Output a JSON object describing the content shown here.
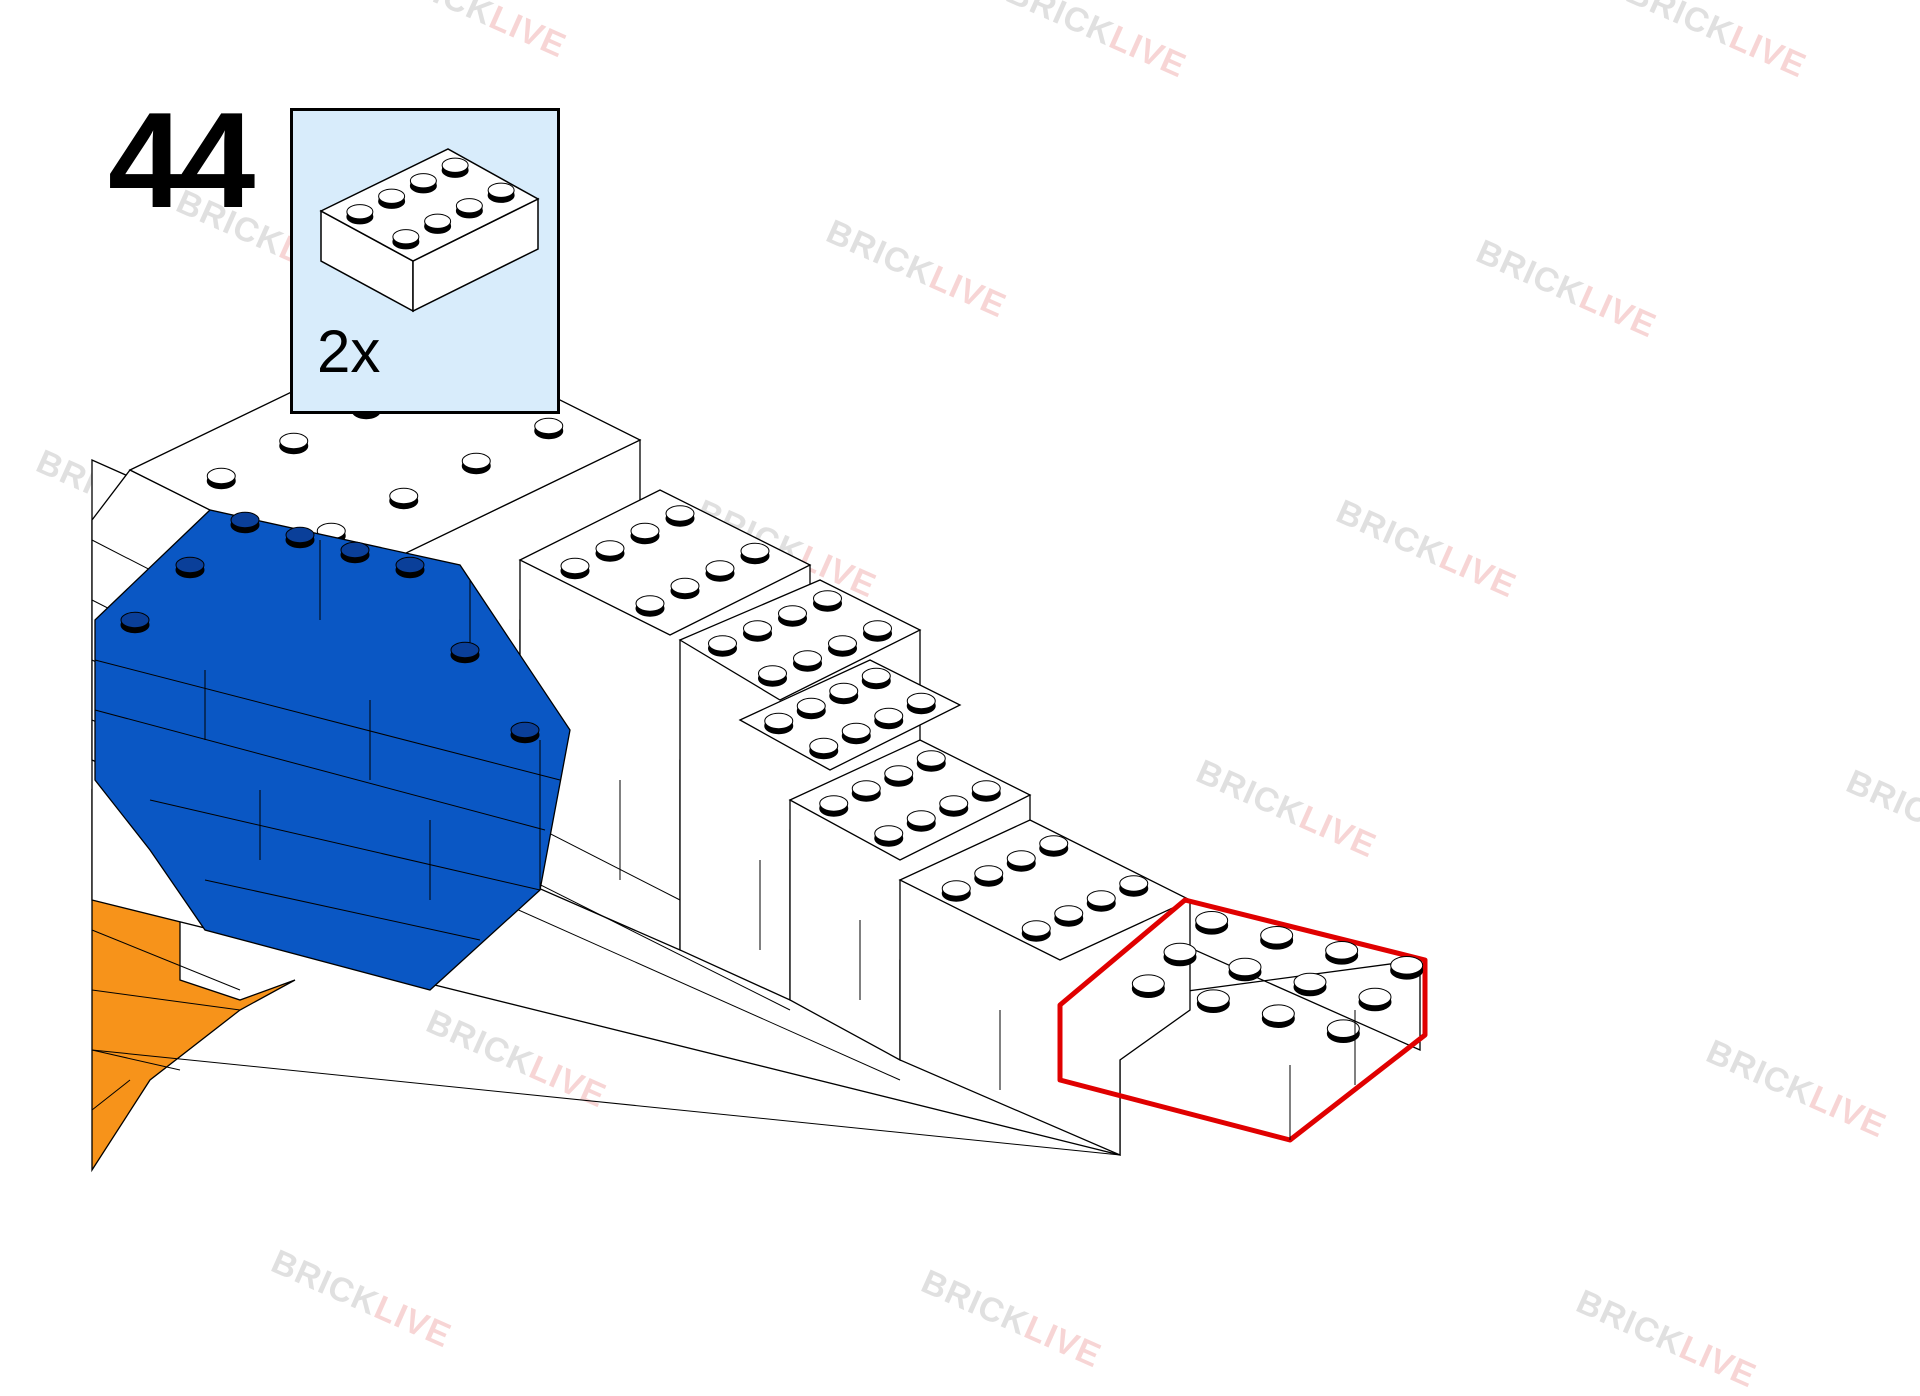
{
  "step": {
    "number": "44"
  },
  "parts_list": {
    "quantity": "2x",
    "part_icon": "brick-2x4-white-icon"
  },
  "watermark": {
    "part1": "BRICK",
    "part2": "LIVE"
  },
  "colors": {
    "background": "#ffffff",
    "parts_box": "#d8ecfb",
    "white_brick": "#ffffff",
    "blue_brick": "#0a57c4",
    "orange_brick": "#f7931a",
    "highlight": "#e00000"
  }
}
